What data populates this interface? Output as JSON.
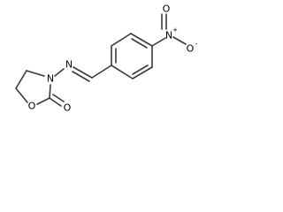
{
  "atoms": {
    "nitro_n": {
      "symbol": "N",
      "charge": "+"
    },
    "nitro_o_up": {
      "symbol": "O",
      "charge": ""
    },
    "nitro_o_right": {
      "symbol": "O",
      "charge": "-"
    },
    "imine_n": {
      "symbol": "N"
    },
    "ring_n": {
      "symbol": "N"
    },
    "ring_o": {
      "symbol": "O"
    },
    "carbonyl_o": {
      "symbol": "O"
    }
  },
  "colors": {
    "bond": "#3a3a3a",
    "label": "#000000",
    "background": "#ffffff"
  }
}
